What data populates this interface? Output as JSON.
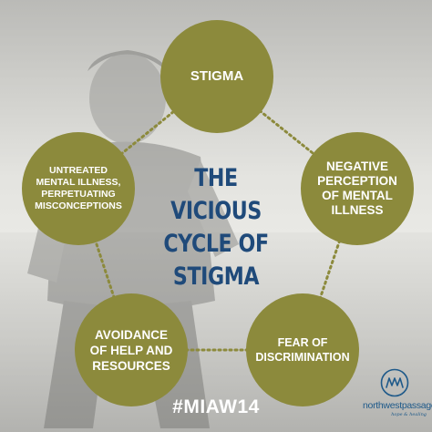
{
  "diagram": {
    "center_title": "THE VICIOUS\nCYCLE OF\nSTIGMA",
    "nodes": [
      {
        "id": "stigma",
        "label": "STIGMA"
      },
      {
        "id": "negative-perception",
        "label": "NEGATIVE\nPERCEPTION\nOF MENTAL\nILLNESS"
      },
      {
        "id": "fear-of-discrimination",
        "label": "FEAR OF\nDISCRIMINATION"
      },
      {
        "id": "avoidance",
        "label": "AVOIDANCE\nOF HELP AND\nRESOURCES"
      },
      {
        "id": "untreated",
        "label": "UNTREATED\nMENTAL ILLNESS,\nPERPETUATING\nMISCONCEPTIONS"
      }
    ]
  },
  "footer": {
    "hashtag": "#MIAW14"
  },
  "logo": {
    "name": "northwestpassage",
    "tagline": "hope & healing",
    "icon": "nwp-monogram-icon"
  },
  "colors": {
    "node_fill": "#8c8a3c",
    "title_text": "#1f4a7a",
    "hashtag_text": "#ffffff",
    "connector": "#8c8a3c",
    "logo_accent": "#1f5a8a"
  }
}
